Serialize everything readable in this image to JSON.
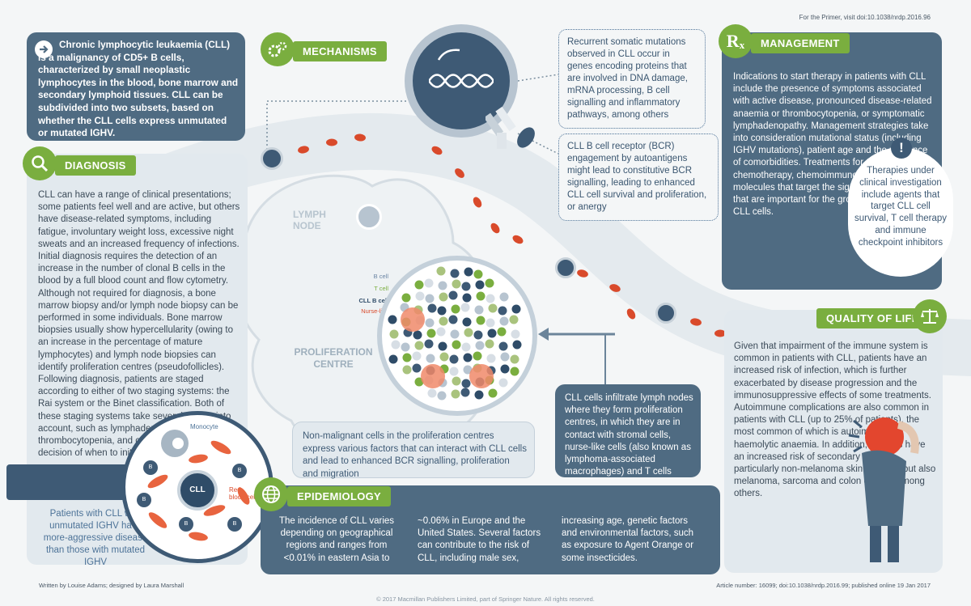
{
  "header": {
    "primer_note": "For the Primer, visit doi:10.1038/nrdp.2016.96"
  },
  "intro": {
    "text": "Chronic lymphocytic leukaemia (CLL) is a malignancy of CD5+ B cells, characterized by small neoplastic lymphocytes in the blood, bone marrow and secondary lymphoid tissues. CLL can be subdivided into two subsets, based on whether the CLL cells express unmutated or mutated IGHV."
  },
  "mechanisms": {
    "title": "MECHANISMS",
    "mutations_text": "Recurrent somatic mutations observed in CLL occur in genes encoding proteins that are involved in DNA damage, mRNA processing, B cell signalling and inflammatory pathways, among others",
    "bcr_text": "CLL B cell receptor (BCR) engagement by autoantigens might lead to constitutive BCR signalling, leading to enhanced CLL cell survival and proliferation, or anergy"
  },
  "management": {
    "title": "MANAGEMENT",
    "text": "Indications to start therapy in patients with CLL include the presence of symptoms associated with active disease, pronounced disease-related anaemia or thrombocytopenia, or symptomatic lymphadenopathy. Management strategies take into consideration mutational status (including IGHV mutations), patient age and the presence of comorbidities. Treatments for CLL include chemotherapy, chemoimmunotherapy and small molecules that target the signalling pathways that are important for the growth or survival of CLL cells.",
    "bubble_text": "Therapies under clinical investigation include agents that target CLL cell survival, T cell therapy and immune checkpoint inhibitors",
    "alert_glyph": "!"
  },
  "diagnosis": {
    "title": "DIAGNOSIS",
    "text": "CLL can have a range of clinical presentations; some patients feel well and are active, but others have disease-related symptoms, including fatigue, involuntary weight loss, excessive night sweats and an increased frequency of infections. Initial diagnosis requires the detection of an increase in the number of clonal B cells in the blood by a full blood count and flow cytometry. Although not required for diagnosis, a bone marrow biopsy and/or lymph node biopsy can be performed in some individuals. Bone marrow biopsies usually show hypercellularity (owing to an increase in the percentage of mature lymphocytes) and lymph node biopsies can identify proliferation centres (pseudofollicles). Following diagnosis, patients are staged according to either of two staging systems: the Rai system or the Binet classification. Both of these staging systems take several factors into account, such as lymphadenopathy, anaemia or thrombocytopenia, and can influence the decision of when to initiate therapy.",
    "prognosis_text": "Patients with CLL with unmutated IGHV have more-aggressive disease than those with mutated IGHV",
    "microscope": {
      "monocyte": "Monocyte",
      "cll": "CLL",
      "b": "B",
      "rbc": "Red blood cell"
    }
  },
  "lymph": {
    "node_label": "LYMPH NODE",
    "pc_label": "PROLIFERATION CENTRE",
    "legend": [
      "B cell",
      "T cell",
      "CLL B cell",
      "Nurse-like cell"
    ],
    "nonmalignant_text": "Non-malignant cells in the proliferation centres express various factors that can interact with CLL cells and lead to enhanced BCR signalling, proliferation and migration",
    "infiltrate_text": "CLL cells infiltrate lymph nodes where they form proliferation centres, in which they are in contact with stromal cells, nurse-like cells (also known as lymphoma-associated macrophages) and T cells"
  },
  "quality": {
    "title": "QUALITY OF LIFE",
    "text": "Given that impairment of the immune system is common in patients with CLL, patients have an increased risk of infection, which is further exacerbated by disease progression and the immunosuppressive effects of some treatments. Autoimmune complications are also common in patients with CLL (up to 25% of patients), the most common of which is autoimmune haemolytic anaemia. In addition, patients have an increased risk of secondary cancers, particularly non-melanoma skin cancers, but also melanoma, sarcoma and colon cancer, among others."
  },
  "epidemiology": {
    "title": "EPIDEMIOLOGY",
    "col1": "The incidence of CLL varies depending on geographical regions and ranges from <0.01% in eastern Asia to",
    "col2": "~0.06% in Europe and the United States. Several factors can contribute to the risk of CLL, including male sex,",
    "col3": "increasing age, genetic factors and environmental factors, such as exposure to Agent Orange or some insecticides."
  },
  "footer": {
    "credits": "Written by Louise Adams; designed by Laura Marshall",
    "copyright": "© 2017 Macmillan Publishers Limited, part of Springer Nature. All rights reserved.",
    "article": "Article number: 16099; doi:10.1038/nrdp.2016.99; published online 19 Jan 2017"
  },
  "colors": {
    "dark": "#4f6b82",
    "green": "#7aae3f",
    "red": "#d94a2b",
    "light": "#e2e9ee"
  },
  "icons": [
    "arrow-right-icon",
    "gears-icon",
    "rx-icon",
    "magnifier-icon",
    "globe-icon",
    "scales-icon",
    "dna-icon",
    "antibody-icon"
  ]
}
